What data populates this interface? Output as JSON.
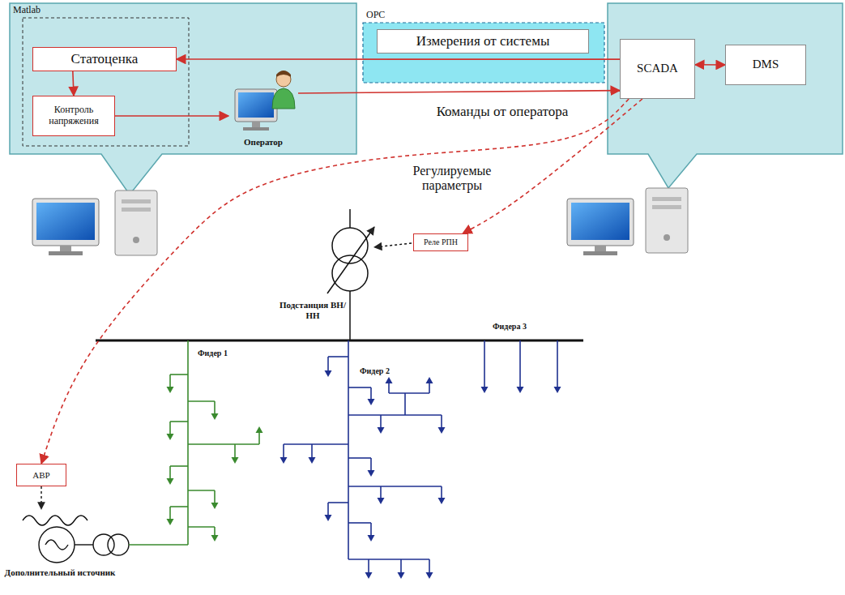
{
  "diagram": {
    "nodes": [
      {
        "text": [
          "Matlab"
        ]
      },
      {
        "text": [
          "Статоценка"
        ],
        "in": 0
      },
      {
        "text": [
          "Контроль напряжения"
        ],
        "in": 0
      },
      {
        "text": [
          "Оператор"
        ],
        "in": 0
      },
      {
        "text": [
          "OPC"
        ]
      },
      {
        "text": [
          "Измерения от системы"
        ],
        "in": 4
      },
      {
        "text": [
          "SCADA"
        ]
      },
      {
        "text": [
          "DMS"
        ]
      },
      {
        "text": [
          "Реле РПН"
        ]
      },
      {
        "text": [
          "АВР"
        ]
      }
    ],
    "edges": [
      {
        "from": 6,
        "to": 1,
        "arrow": "to"
      },
      {
        "from": 1,
        "to": 2,
        "arrow": "to"
      },
      {
        "from": 2,
        "to": 3,
        "arrow": "to"
      },
      {
        "from": 3,
        "to": 6,
        "arrow": "to",
        "label": "Команды от оператора"
      },
      {
        "from": 6,
        "to": 7,
        "arrow": "both"
      },
      {
        "from": 6,
        "to": 8,
        "arrow": "to"
      },
      {
        "from": 6,
        "to": 9,
        "arrow": "to"
      }
    ],
    "labels": [
      "Регулируемые параметры",
      "Подстанция ВН/НН",
      "Фидер 1",
      "Фидер 2",
      "Фидера 3",
      "Дополнительный источник"
    ]
  }
}
